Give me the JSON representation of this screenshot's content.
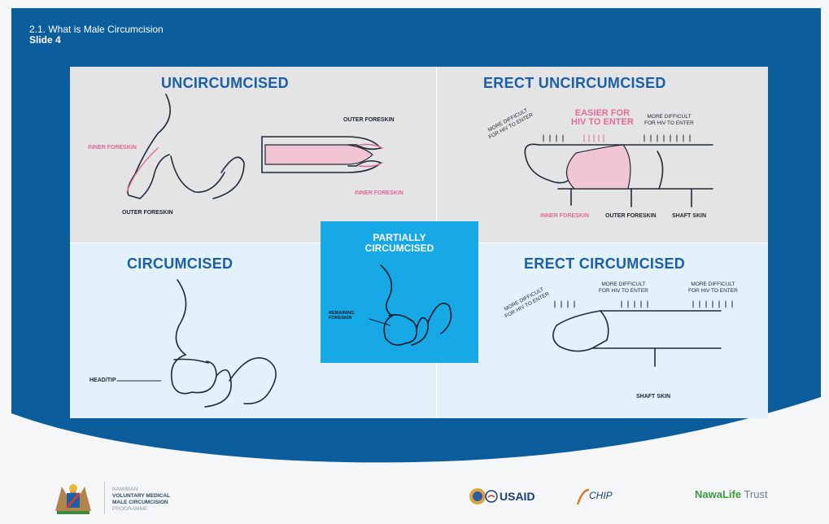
{
  "header": {
    "section": "2.1. What is Male Circumcision",
    "slide": "Slide 4"
  },
  "quadrants": {
    "top_left": {
      "title": "UNCIRCUMCISED",
      "labels": {
        "inner_foreskin_left": "INNER FORESKIN",
        "outer_foreskin_bottom": "OUTER FORESKIN",
        "outer_foreskin_right": "OUTER FORESKIN",
        "inner_foreskin_right": "INNER FORESKIN"
      }
    },
    "top_right": {
      "title": "ERECT UNCIRCUMCISED",
      "labels": {
        "more_difficult_1": "MORE DIFFICULT",
        "more_difficult_1_sub": "FOR HIV TO ENTER",
        "easier_1": "EASIER FOR",
        "easier_2": "HIV TO ENTER",
        "more_difficult_2": "MORE DIFFICULT",
        "more_difficult_2_sub": "FOR HIV TO ENTER",
        "inner_foreskin": "INNER FORESKIN",
        "outer_foreskin": "OUTER FORESKIN",
        "shaft_skin": "SHAFT SKIN"
      }
    },
    "bottom_left": {
      "title": "CIRCUMCISED",
      "labels": {
        "head_tip": "HEAD/TIP"
      }
    },
    "center": {
      "title_line1": "PARTIALLY",
      "title_line2": "CIRCUMCISED",
      "labels": {
        "remaining_1": "REMAINING",
        "remaining_2": "FORESKIN"
      }
    },
    "bottom_right": {
      "title": "ERECT CIRCUMCISED",
      "labels": {
        "more_difficult_1": "MORE DIFFICULT",
        "more_difficult_1_sub": "FOR HIV TO ENTER",
        "more_difficult_2": "MORE DIFFICULT",
        "more_difficult_2_sub": "FOR HIV TO ENTER",
        "more_difficult_3": "MORE DIFFICULT",
        "more_difficult_3_sub": "FOR HIV TO ENTER",
        "shaft_skin": "SHAFT SKIN"
      }
    }
  },
  "footer": {
    "programme_line1": "NAMIBIAN",
    "programme_line2": "VOLUNTARY MEDICAL",
    "programme_line3": "MALE CIRCUMCISION",
    "programme_line4": "PROGRAMME",
    "usaid": "USAID",
    "chip": "CHIP",
    "nawa_1": "NawaLife",
    "nawa_2": " Trust"
  },
  "colors": {
    "band_blue": "#0c5d9c",
    "title_blue": "#1a5fa8",
    "pink": "#e26a99",
    "center_box": "#17a8e6"
  }
}
